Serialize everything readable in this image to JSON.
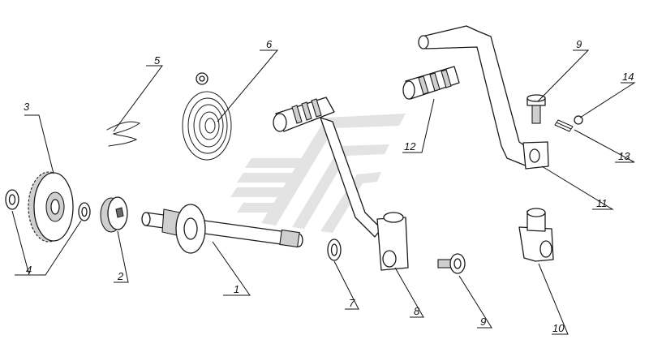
{
  "callouts": [
    {
      "id": "c1",
      "label": "1"
    },
    {
      "id": "c2",
      "label": "2"
    },
    {
      "id": "c3",
      "label": "3"
    },
    {
      "id": "c4",
      "label": "4"
    },
    {
      "id": "c5",
      "label": "5"
    },
    {
      "id": "c6",
      "label": "6"
    },
    {
      "id": "c7",
      "label": "7"
    },
    {
      "id": "c8",
      "label": "8"
    },
    {
      "id": "c9a",
      "label": "9"
    },
    {
      "id": "c9b",
      "label": "9"
    },
    {
      "id": "c10",
      "label": "10"
    },
    {
      "id": "c11",
      "label": "11"
    },
    {
      "id": "c12",
      "label": "12"
    },
    {
      "id": "c13",
      "label": "13"
    },
    {
      "id": "c14",
      "label": "14"
    }
  ],
  "colors": {
    "line": "#1a1a1a",
    "watermark": "#e3e3e3",
    "background": "#ffffff"
  }
}
